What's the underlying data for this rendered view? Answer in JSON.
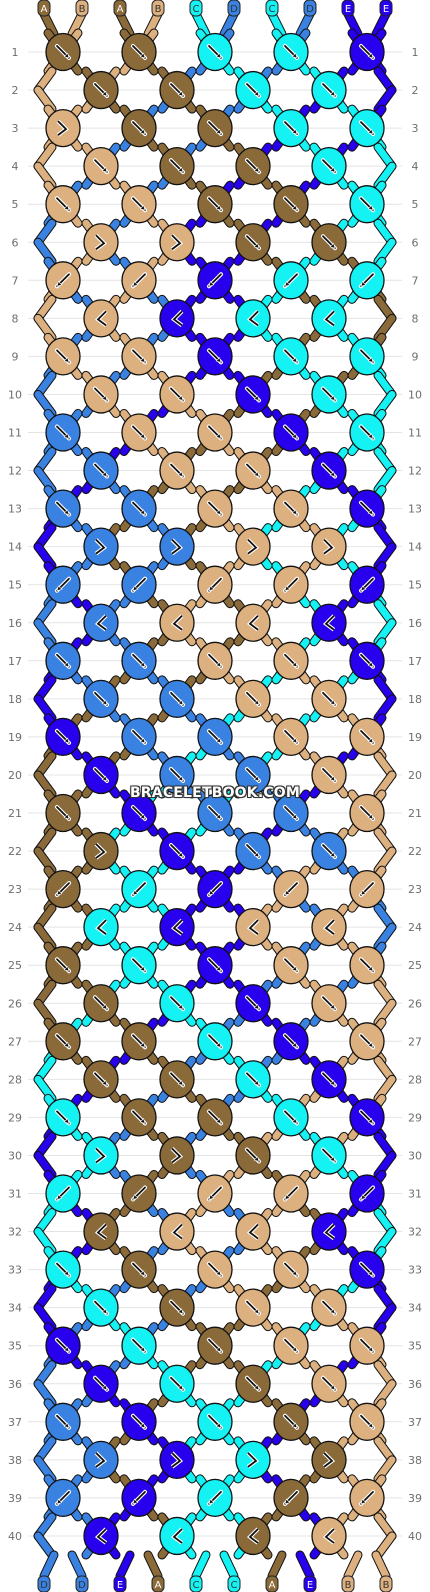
{
  "watermark": "BRACELETBOOK.COM",
  "colors": {
    "A": "#8b6a3a",
    "B": "#ddb07f",
    "C": "#14f2f4",
    "D": "#3a82e2",
    "E": "#2800ee"
  },
  "strands": [
    "A",
    "B",
    "A",
    "B",
    "C",
    "D",
    "C",
    "D",
    "E",
    "E"
  ],
  "row_count": 40,
  "row_numbers": [
    "1",
    "2",
    "3",
    "4",
    "5",
    "6",
    "7",
    "8",
    "9",
    "10",
    "11",
    "12",
    "13",
    "14",
    "15",
    "16",
    "17",
    "18",
    "19",
    "20",
    "21",
    "22",
    "23",
    "24",
    "25",
    "26",
    "27",
    "28",
    "29",
    "30",
    "31",
    "32",
    "33",
    "34",
    "35",
    "36",
    "37",
    "38",
    "39",
    "40"
  ],
  "knot_types": {
    "f": "forward knot (↘)",
    "b": "backward knot (↙)",
    "fb": "forward-backward (↘↙)",
    "bf": "backward-forward (↙↘)"
  },
  "pattern": [
    [
      "f",
      "f",
      "f",
      "f",
      "f"
    ],
    [
      "f",
      "f",
      "f",
      "f"
    ],
    [
      "fb",
      "f",
      "f",
      "f",
      "f"
    ],
    [
      "f",
      "f",
      "f",
      "f"
    ],
    [
      "f",
      "f",
      "f",
      "f",
      "f"
    ],
    [
      "fb",
      "fb",
      "f",
      "f"
    ],
    [
      "b",
      "b",
      "b",
      "b",
      "b"
    ],
    [
      "bf",
      "bf",
      "bf",
      "bf"
    ],
    [
      "f",
      "f",
      "f",
      "f",
      "f"
    ],
    [
      "f",
      "f",
      "f",
      "f"
    ],
    [
      "f",
      "f",
      "f",
      "f",
      "f"
    ],
    [
      "f",
      "f",
      "f",
      "f"
    ],
    [
      "f",
      "f",
      "f",
      "f",
      "f"
    ],
    [
      "fb",
      "fb",
      "fb",
      "fb"
    ],
    [
      "b",
      "b",
      "b",
      "b",
      "b"
    ],
    [
      "bf",
      "bf",
      "bf",
      "bf"
    ],
    [
      "f",
      "f",
      "f",
      "f",
      "f"
    ],
    [
      "f",
      "f",
      "f",
      "f"
    ],
    [
      "f",
      "f",
      "f",
      "f",
      "f"
    ],
    [
      "f",
      "f",
      "f",
      "f"
    ],
    [
      "f",
      "f",
      "f",
      "f",
      "f"
    ],
    [
      "fb",
      "f",
      "f",
      "f"
    ],
    [
      "b",
      "b",
      "b",
      "b",
      "b"
    ],
    [
      "bf",
      "bf",
      "bf",
      "bf"
    ],
    [
      "f",
      "f",
      "f",
      "f",
      "f"
    ],
    [
      "f",
      "f",
      "f",
      "f"
    ],
    [
      "f",
      "f",
      "f",
      "f",
      "f"
    ],
    [
      "f",
      "f",
      "f",
      "f"
    ],
    [
      "f",
      "f",
      "f",
      "f",
      "f"
    ],
    [
      "fb",
      "fb",
      "f",
      "f"
    ],
    [
      "b",
      "b",
      "b",
      "b",
      "b"
    ],
    [
      "bf",
      "bf",
      "bf",
      "bf"
    ],
    [
      "f",
      "f",
      "f",
      "f",
      "f"
    ],
    [
      "f",
      "f",
      "f",
      "f"
    ],
    [
      "f",
      "f",
      "f",
      "f",
      "f"
    ],
    [
      "f",
      "f",
      "f",
      "f"
    ],
    [
      "f",
      "f",
      "f",
      "f",
      "f"
    ],
    [
      "fb",
      "fb",
      "fb",
      "fb"
    ],
    [
      "b",
      "b",
      "b",
      "b",
      "b"
    ],
    [
      "bf",
      "bf",
      "bf",
      "bf"
    ]
  ]
}
